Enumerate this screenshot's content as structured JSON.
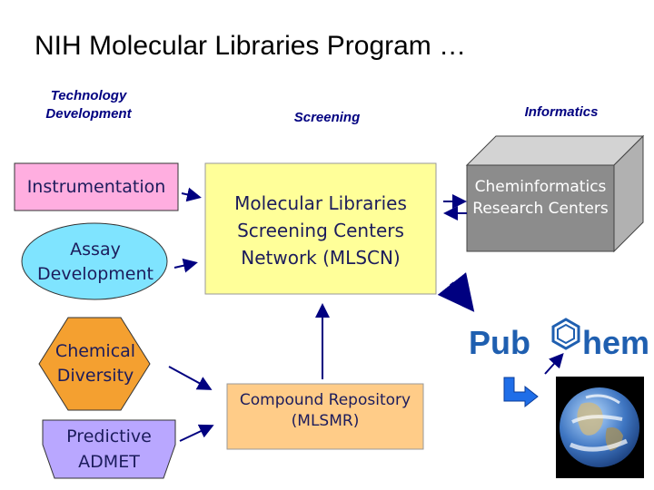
{
  "slide": {
    "title": "NIH  Molecular Libraries Program …"
  },
  "columns": {
    "technology": "Technology\nDevelopment",
    "screening": "Screening",
    "informatics": "Informatics"
  },
  "nodes": {
    "instrumentation": "Instrumentation",
    "assay": "Assay Development",
    "chemical": "Chemical Diversity",
    "admet": "Predictive ADMET",
    "mlscn": "Molecular Libraries Screening Centers Network (MLSCN)",
    "repository": "Compound Repository (MLSMR)",
    "cheminformatics": "Cheminformatics Research Centers"
  },
  "logo": {
    "text": "PubChem",
    "icon": "pubchem-logo"
  },
  "colors": {
    "title": "#000000",
    "heading": "#000080",
    "instrumentation": "#ffaee0",
    "assay": "#7fe4ff",
    "chemical": "#f4a030",
    "admet": "#b9a7ff",
    "mlscn": "#ffff99",
    "repository": "#ffcc88",
    "cheminformatics_front": "#8c8c8c",
    "arrow": "#000080"
  }
}
